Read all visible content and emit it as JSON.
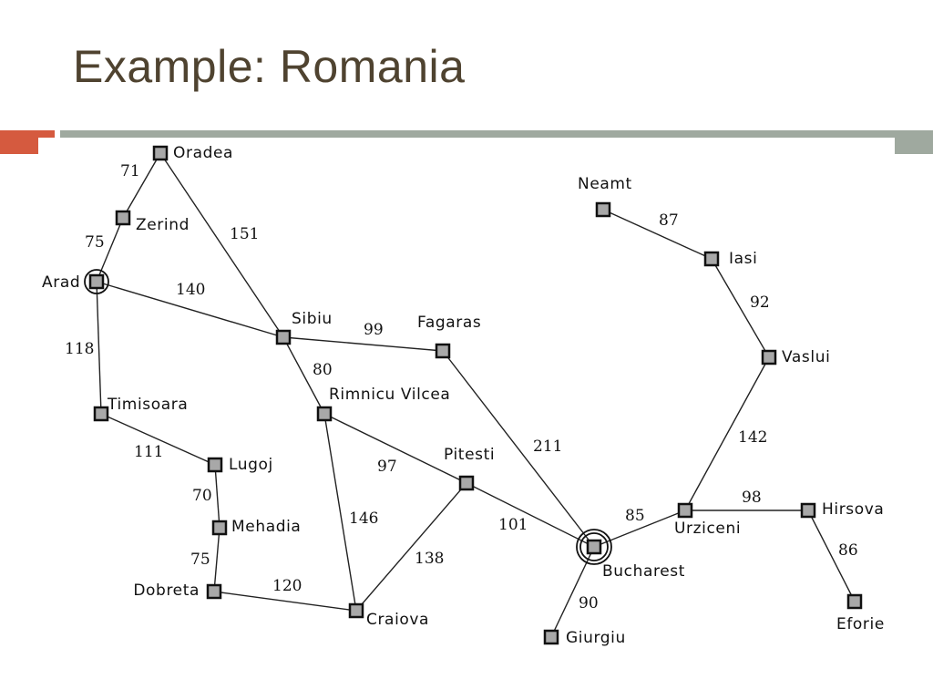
{
  "slide": {
    "title": "Example: Romania",
    "colors": {
      "title": "#4f4330",
      "accent": "#d55a3f",
      "rule": "#9fa99f"
    }
  },
  "map": {
    "cities": [
      {
        "id": "oradea",
        "name": "Oradea"
      },
      {
        "id": "zerind",
        "name": "Zerind"
      },
      {
        "id": "arad",
        "name": "Arad",
        "marker": "start"
      },
      {
        "id": "timisoara",
        "name": "Timisoara"
      },
      {
        "id": "lugoj",
        "name": "Lugoj"
      },
      {
        "id": "mehadia",
        "name": "Mehadia"
      },
      {
        "id": "dobreta",
        "name": "Dobreta"
      },
      {
        "id": "craiova",
        "name": "Craiova"
      },
      {
        "id": "sibiu",
        "name": "Sibiu"
      },
      {
        "id": "rimnicu",
        "name": "Rimnicu Vilcea"
      },
      {
        "id": "fagaras",
        "name": "Fagaras"
      },
      {
        "id": "pitesti",
        "name": "Pitesti"
      },
      {
        "id": "bucharest",
        "name": "Bucharest",
        "marker": "goal"
      },
      {
        "id": "giurgiu",
        "name": "Giurgiu"
      },
      {
        "id": "urziceni",
        "name": "Urziceni"
      },
      {
        "id": "hirsova",
        "name": "Hirsova"
      },
      {
        "id": "eforie",
        "name": "Eforie"
      },
      {
        "id": "vaslui",
        "name": "Vaslui"
      },
      {
        "id": "iasi",
        "name": "Iasi"
      },
      {
        "id": "neamt",
        "name": "Neamt"
      }
    ],
    "roads": [
      {
        "from": "oradea",
        "to": "zerind",
        "distance": "71"
      },
      {
        "from": "zerind",
        "to": "arad",
        "distance": "75"
      },
      {
        "from": "oradea",
        "to": "sibiu",
        "distance": "151"
      },
      {
        "from": "arad",
        "to": "sibiu",
        "distance": "140"
      },
      {
        "from": "arad",
        "to": "timisoara",
        "distance": "118"
      },
      {
        "from": "timisoara",
        "to": "lugoj",
        "distance": "111"
      },
      {
        "from": "lugoj",
        "to": "mehadia",
        "distance": "70"
      },
      {
        "from": "mehadia",
        "to": "dobreta",
        "distance": "75"
      },
      {
        "from": "dobreta",
        "to": "craiova",
        "distance": "120"
      },
      {
        "from": "sibiu",
        "to": "fagaras",
        "distance": "99"
      },
      {
        "from": "sibiu",
        "to": "rimnicu",
        "distance": "80"
      },
      {
        "from": "rimnicu",
        "to": "pitesti",
        "distance": "97"
      },
      {
        "from": "rimnicu",
        "to": "craiova",
        "distance": "146"
      },
      {
        "from": "craiova",
        "to": "pitesti",
        "distance": "138"
      },
      {
        "from": "fagaras",
        "to": "bucharest",
        "distance": "211"
      },
      {
        "from": "pitesti",
        "to": "bucharest",
        "distance": "101"
      },
      {
        "from": "bucharest",
        "to": "giurgiu",
        "distance": "90"
      },
      {
        "from": "bucharest",
        "to": "urziceni",
        "distance": "85"
      },
      {
        "from": "urziceni",
        "to": "hirsova",
        "distance": "98"
      },
      {
        "from": "hirsova",
        "to": "eforie",
        "distance": "86"
      },
      {
        "from": "urziceni",
        "to": "vaslui",
        "distance": "142"
      },
      {
        "from": "vaslui",
        "to": "iasi",
        "distance": "92"
      },
      {
        "from": "iasi",
        "to": "neamt",
        "distance": "87"
      }
    ]
  }
}
